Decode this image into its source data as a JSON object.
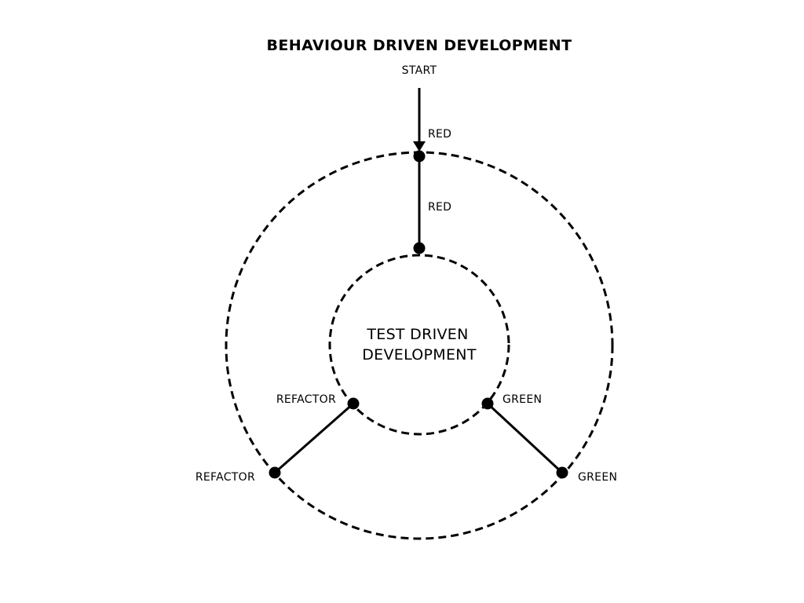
{
  "title": "BEHAVIOUR DRIVEN DEVELOPMENT",
  "start_label": "START",
  "outer_cycle": {
    "red_label": "RED",
    "green_label": "GREEN",
    "refactor_label": "REFACTOR"
  },
  "connector_red_label": "RED",
  "inner_cycle": {
    "center_line1": "TEST DRIVEN",
    "center_line2": "DEVELOPMENT",
    "green_label": "GREEN",
    "refactor_label": "REFACTOR"
  },
  "colors": {
    "stroke": "#000000",
    "background": "#ffffff"
  }
}
